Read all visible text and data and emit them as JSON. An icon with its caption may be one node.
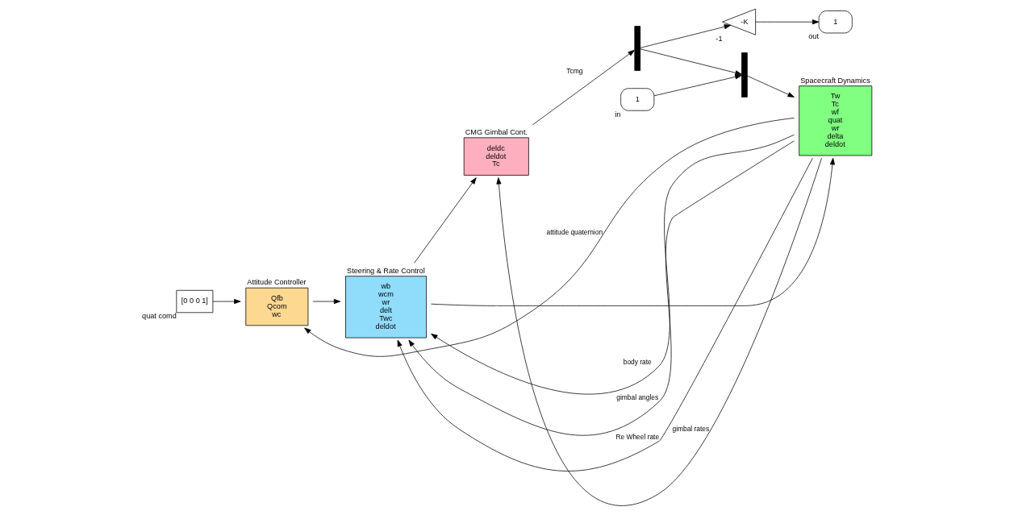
{
  "diagram": {
    "nodes": [
      {
        "text": [
          "[0 0 0 1]"
        ],
        "beside": [
          "quat comd"
        ]
      },
      {
        "text": [
          "Attitude Controller",
          "Qfb",
          "Qcom",
          "wc"
        ]
      },
      {
        "text": [
          "Steering & Rate Control",
          "wb",
          "wcm",
          "wr",
          "delt",
          "Twc",
          "deldot"
        ]
      },
      {
        "text": [
          "CMG Gimbal Cont.",
          "deldc",
          "deldot",
          "Tc"
        ]
      },
      {
        "text": [],
        "shape": "bar"
      },
      {
        "text": [],
        "shape": "bar"
      },
      {
        "text": [
          "-K"
        ],
        "beside": [
          "-1"
        ]
      },
      {
        "text": [
          "1"
        ],
        "beside": [
          "out"
        ]
      },
      {
        "text": [
          "1"
        ],
        "beside": [
          "in"
        ]
      },
      {
        "text": [
          "Spacecraft Dynamics",
          "Tw",
          "Tc",
          "wf",
          "quat",
          "wr",
          "delta",
          "deldot"
        ]
      }
    ],
    "edges": [
      {
        "from": 0,
        "to": 1,
        "arrow": "to"
      },
      {
        "from": 1,
        "to": 2,
        "arrow": "to"
      },
      {
        "from": 2,
        "to": 9,
        "arrow": "to"
      },
      {
        "from": 2,
        "to": 3,
        "arrow": "to"
      },
      {
        "from": 3,
        "to": 4,
        "arrow": "to",
        "label": "Tcmg"
      },
      {
        "from": 4,
        "to": 5,
        "arrow": "to"
      },
      {
        "from": 4,
        "to": 6,
        "arrow": "to"
      },
      {
        "from": 6,
        "to": 7,
        "arrow": "to"
      },
      {
        "from": 8,
        "to": 5,
        "arrow": "to"
      },
      {
        "from": 5,
        "to": 9,
        "arrow": "to"
      },
      {
        "from": 9,
        "to": 1,
        "arrow": "to",
        "label": "attitude quaternion"
      },
      {
        "from": 9,
        "to": 2,
        "arrow": "to",
        "label": "body rate"
      },
      {
        "from": 9,
        "to": 3,
        "arrow": "to",
        "label": "gimbal rates"
      },
      {
        "from": 9,
        "to": 2,
        "arrow": "to",
        "label": "gimbal angles"
      },
      {
        "from": 9,
        "to": 2,
        "arrow": "to",
        "label": "Re Wheel rate"
      }
    ]
  }
}
